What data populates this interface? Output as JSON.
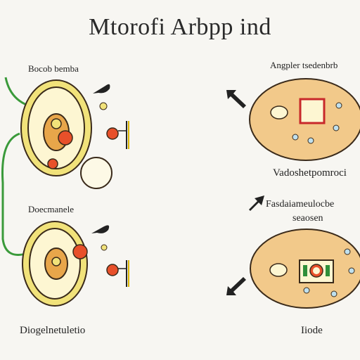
{
  "title": "Mtorofi Arbpp ind",
  "labels": {
    "top_left": "Bocob bemba",
    "middle_left": "Doecmanele",
    "bottom_left": "Diogelnetuletio",
    "top_right": "Angpler tsedenbrb",
    "middle_right_1": "Vadoshetpomroci",
    "middle_right_2": "Fasdaiameulocbe",
    "middle_right_3": "seaosen",
    "bottom_right": "Iiode"
  },
  "colors": {
    "cell_fill": "#f2c98a",
    "cell_stroke": "#3a2a1a",
    "ring_yellow": "#f1e27a",
    "ring_inner": "#fdf6d2",
    "nucleus": "#e8a64a",
    "red_dot": "#e8502a",
    "green_line": "#3a9a3a",
    "blue_vesicle": "#bfe0ee",
    "square_red": "#c8282a",
    "green_mark": "#2f8f3a"
  }
}
